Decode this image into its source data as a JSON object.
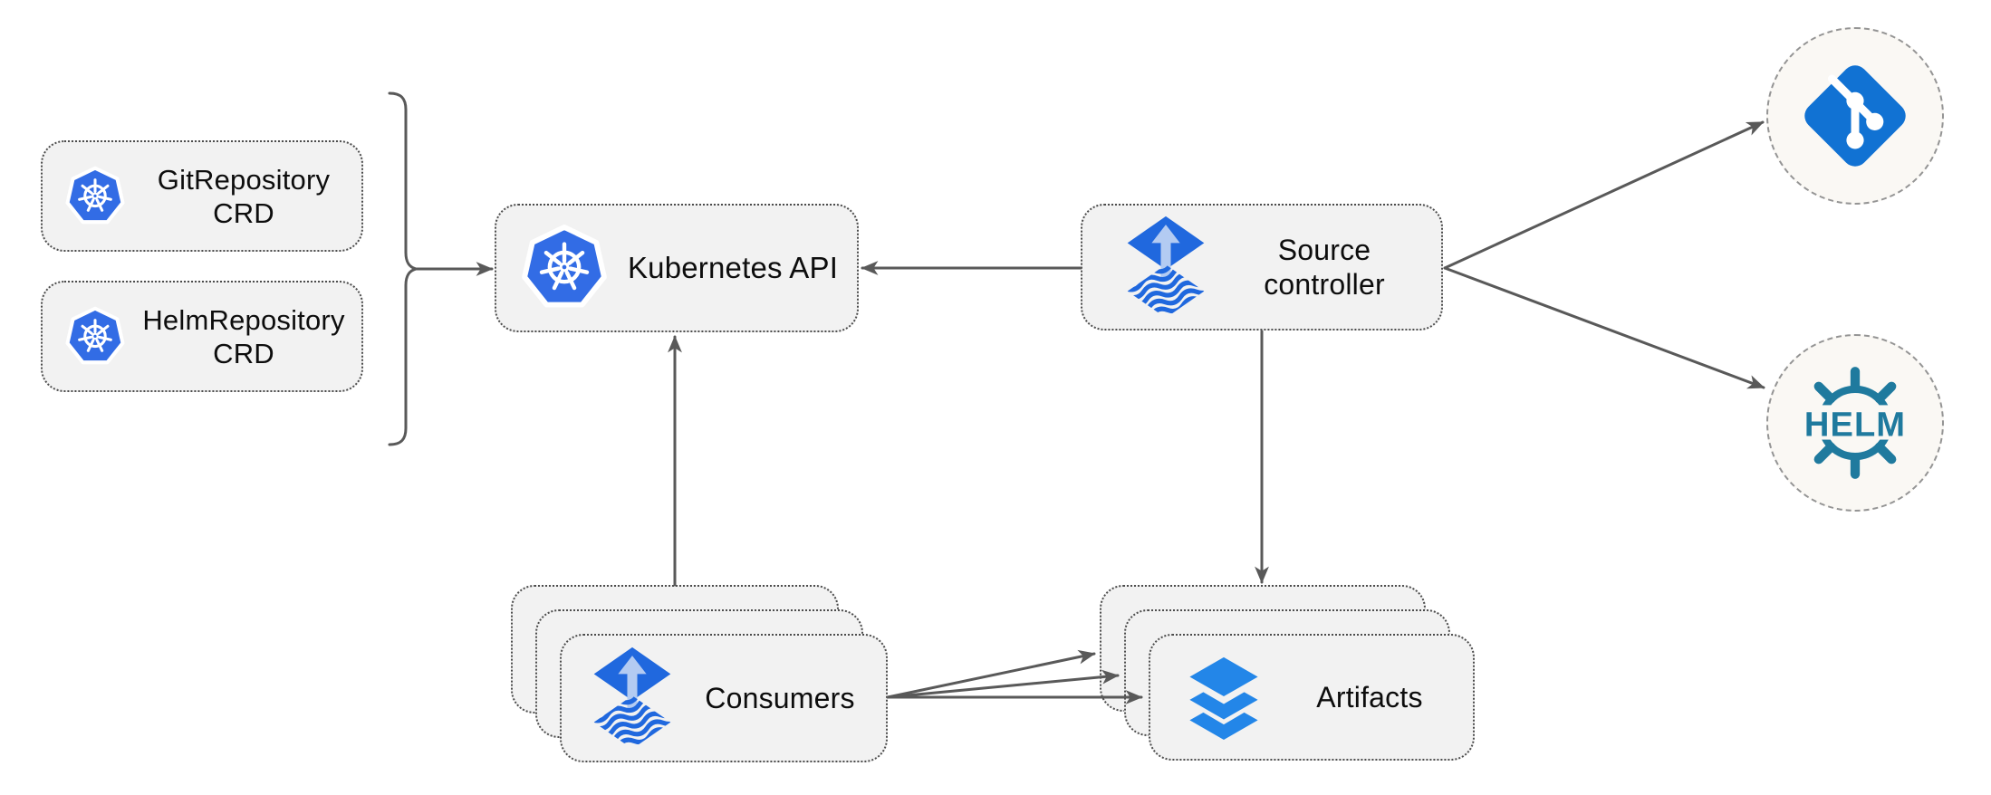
{
  "diagram": {
    "type": "architecture-diagram",
    "nodes": {
      "gitrepository_crd": {
        "label": "GitRepository\nCRD",
        "icon": "kubernetes-icon"
      },
      "helmrepository_crd": {
        "label": "HelmRepository\nCRD",
        "icon": "kubernetes-icon"
      },
      "kubernetes_api": {
        "label": "Kubernetes API",
        "icon": "kubernetes-icon"
      },
      "source_controller": {
        "label": "Source\ncontroller",
        "icon": "flux-icon"
      },
      "consumers": {
        "label": "Consumers",
        "icon": "flux-icon",
        "stacked_count": 3
      },
      "artifacts": {
        "label": "Artifacts",
        "icon": "layers-icon",
        "stacked_count": 3
      },
      "git_endpoint": {
        "icon": "git-icon",
        "shape": "dashed-circle"
      },
      "helm_endpoint": {
        "icon": "helm-icon",
        "text": "HELM",
        "shape": "dashed-circle"
      }
    },
    "edges": [
      {
        "from": "gitrepository_crd + helmrepository_crd",
        "to": "kubernetes_api",
        "style": "curly-bracket-then-arrow"
      },
      {
        "from": "source_controller",
        "to": "kubernetes_api"
      },
      {
        "from": "consumers",
        "to": "kubernetes_api"
      },
      {
        "from": "source_controller",
        "to": "artifacts"
      },
      {
        "from": "source_controller",
        "to": "git_endpoint"
      },
      {
        "from": "source_controller",
        "to": "helm_endpoint"
      },
      {
        "from": "consumers",
        "to": "artifacts",
        "arrow_count": 3
      }
    ],
    "colors": {
      "kubernetes_blue": "#326CE5",
      "flux_blue": "#2068de",
      "flux_arrow_light": "#b3cbf2",
      "git_blue": "#1172d3",
      "helm_teal": "#1f7a9e",
      "layers_blue": "#2386e8",
      "node_fill": "#f2f2f2",
      "node_border": "#4c4c4c",
      "circle_fill": "#faf8f4",
      "circle_border": "#949494",
      "arrow": "#595959",
      "label": "#0d0d0d",
      "background": "#ffffff"
    }
  }
}
